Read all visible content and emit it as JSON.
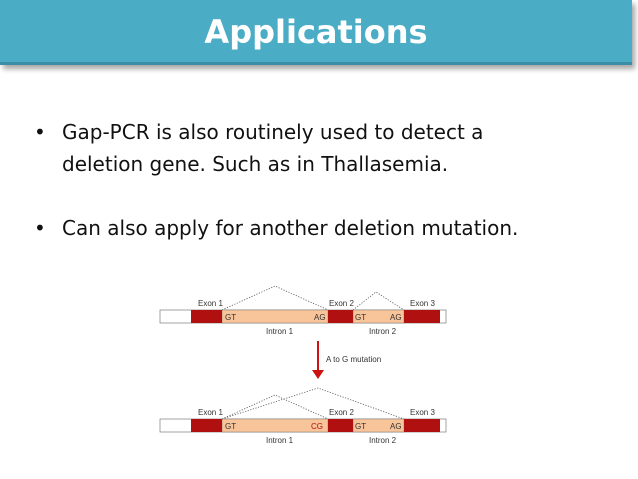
{
  "title": "Applications",
  "bullets": [
    {
      "line1": "Gap-PCR is also routinely used to detect a",
      "line2": "deletion gene. Such as in Thallasemia."
    },
    {
      "line1": "Can also apply for another deletion mutation.",
      "line2": ""
    }
  ],
  "bullet_glyph": "•",
  "diagram": {
    "top": {
      "exon1": "Exon 1",
      "exon2": "Exon 2",
      "exon3": "Exon 3",
      "gt1": "GT",
      "ag1": "AG",
      "gt2": "GT",
      "ag2": "AG",
      "intron1": "Intron 1",
      "intron2": "Intron 2"
    },
    "mutation_label": "A to G mutation",
    "bottom": {
      "exon1": "Exon 1",
      "exon2": "Exon 2",
      "exon3": "Exon 3",
      "gt1": "GT",
      "cg": "CG",
      "gt2": "GT",
      "ag2": "AG",
      "intron1": "Intron 1",
      "intron2": "Intron 2"
    },
    "colors": {
      "exon": "#b01010",
      "intron": "#f8c49a",
      "flank": "#ffffff",
      "arrow": "#cc1111"
    }
  },
  "colors": {
    "title_bar": "#4bacc6",
    "title_text": "#ffffff",
    "body_text": "#111111"
  }
}
